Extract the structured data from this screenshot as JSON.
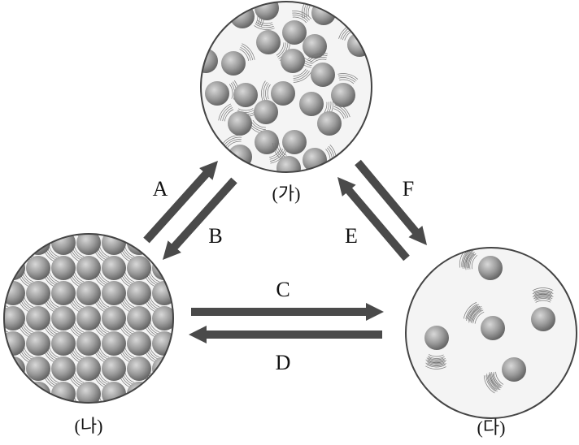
{
  "states": [
    {
      "id": "ga",
      "label": "(가)"
    },
    {
      "id": "na",
      "label": "(나)"
    },
    {
      "id": "da",
      "label": "(다)"
    }
  ],
  "arrows": [
    {
      "label": "A",
      "from": "(나)",
      "to": "(가)"
    },
    {
      "label": "B",
      "from": "(가)",
      "to": "(나)"
    },
    {
      "label": "C",
      "from": "(나)",
      "to": "(다)"
    },
    {
      "label": "D",
      "from": "(다)",
      "to": "(나)"
    },
    {
      "label": "E",
      "from": "(다)",
      "to": "(가)"
    },
    {
      "label": "F",
      "from": "(가)",
      "to": "(다)"
    }
  ],
  "colors": {
    "arrow": "#4a4a4a",
    "circle_fill": "#f4f4f4",
    "circle_stroke": "#444444"
  }
}
